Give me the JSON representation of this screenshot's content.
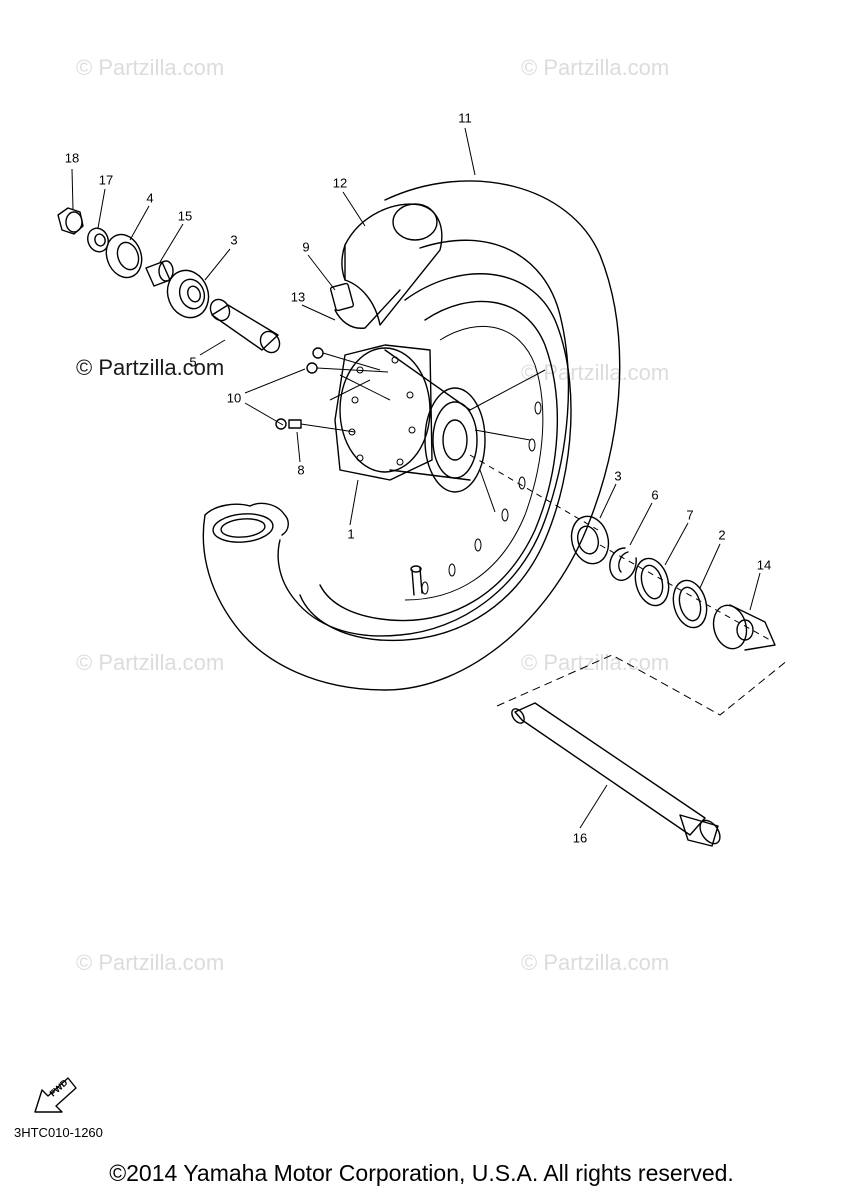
{
  "watermarks": {
    "light": "© Partzilla.com",
    "dark": "© Partzilla.com"
  },
  "callouts": {
    "c1": "1",
    "c2": "2",
    "c3a": "3",
    "c3b": "3",
    "c4": "4",
    "c5": "5",
    "c6": "6",
    "c7": "7",
    "c8": "8",
    "c9": "9",
    "c10": "10",
    "c11": "11",
    "c12": "12",
    "c13": "13",
    "c14": "14",
    "c15": "15",
    "c16": "16",
    "c17": "17",
    "c18": "18"
  },
  "fwd_arrow": {
    "label": "FWD"
  },
  "diagram_code": "3HTC010-1260",
  "copyright": "©2014 Yamaha Motor Corporation, U.S.A. All rights reserved."
}
